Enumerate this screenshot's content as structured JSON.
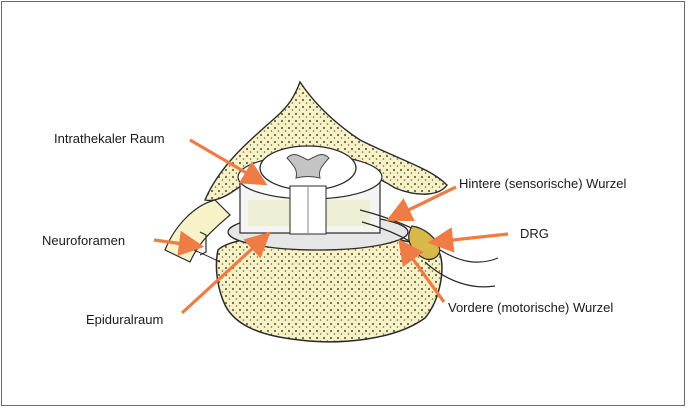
{
  "labels": {
    "intrathecal": "Intrathekaler Raum",
    "dorsal_root": "Hintere (sensorische) Wurzel",
    "neuroforamen": "Neuroforamen",
    "drg": "DRG",
    "epidural": "Epiduralraum",
    "ventral_root": "Vordere (motorische) Wurzel"
  },
  "colors": {
    "arrow": "#ef7b45",
    "bone": "#f5f0c4",
    "bone_outline": "#2a2a2a",
    "cord": "#ffffff",
    "grey_matter": "#c8c8c8",
    "ganglion": "#d9b84a",
    "dura": "#e8e8e8"
  }
}
